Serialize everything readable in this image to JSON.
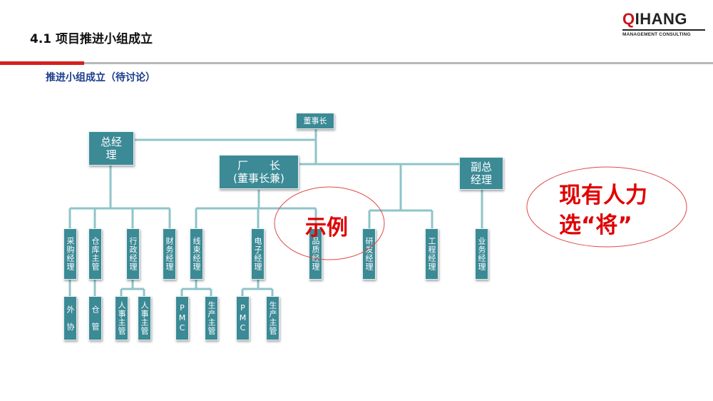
{
  "header": {
    "title": "4.1 项目推进小组成立"
  },
  "logo": {
    "name": "QIHANG",
    "tagline": "MANAGEMENT CONSULTING"
  },
  "subtitle": "推进小组成立（待讨论）",
  "org": {
    "chairman": "董事长",
    "gm": "总经理",
    "plant_manager_line1": "厂　　长",
    "plant_manager_line2": "(董事长兼)",
    "vgm": "副总经理",
    "procurement": "采购经理",
    "warehouse_supervisor": "仓库主管",
    "admin_manager": "行政经理",
    "finance_manager": "财务经理",
    "harness_manager": "线束经理",
    "electronics_manager": "电子经理",
    "quality_manager": "品质经理",
    "rd_manager": "研发经理",
    "engineering_manager": "工程经理",
    "sales_manager": "业务经理",
    "outsourcing": "外　协",
    "warehouse": "仓　管",
    "hr_supervisor_1": "人事主管",
    "hr_supervisor_2": "人事主管",
    "pmc_1": "PMC",
    "production_supervisor_1": "生产主管",
    "pmc_2": "PMC",
    "production_supervisor_2": "生产主管"
  },
  "annotations": {
    "example": "示例",
    "manpower_line1": "现有人力",
    "manpower_line2": "选“将”"
  },
  "colors": {
    "node": "#3b8a96",
    "connector": "#8fc4c9",
    "accent_red": "#e00000",
    "title_blue": "#1a3c8c"
  }
}
